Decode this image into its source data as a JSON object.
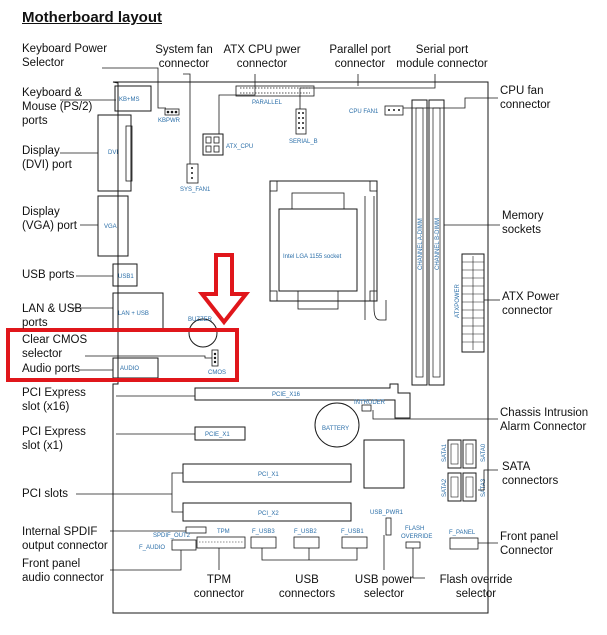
{
  "title": "Motherboard layout",
  "callouts": {
    "keyboard_power_selector": "Keyboard Power\nSelector",
    "kb_mouse_ports": "Keyboard &\nMouse (PS/2)\nports",
    "display_dvi": "Display\n(DVI) port",
    "display_vga": "Display\n(VGA) port",
    "usb_ports": "USB ports",
    "lan_usb_ports": "LAN & USB\nports",
    "clear_cmos": "Clear CMOS\nselector",
    "audio_ports": "Audio ports",
    "pcie_x16": "PCI Express\nslot (x16)",
    "pcie_x1": "PCI Express\nslot (x1)",
    "pci_slots": "PCI slots",
    "internal_spdif": "Internal SPDIF\noutput connector",
    "front_panel_audio": "Front panel\naudio connector",
    "system_fan": "System fan\nconnector",
    "atx_cpu_power": "ATX CPU pwer\nconnector",
    "parallel_port": "Parallel port\nconnector",
    "serial_port": "Serial port\nmodule connector",
    "cpu_fan": "CPU fan\nconnector",
    "memory_sockets": "Memory\nsockets",
    "atx_power": "ATX Power\nconnector",
    "chassis_intrusion": "Chassis Intrusion\nAlarm Connector",
    "sata": "SATA\nconnectors",
    "front_panel": "Front panel\nConnector",
    "tpm": "TPM\nconnector",
    "usb_connectors": "USB\nconnectors",
    "usb_power_selector": "USB power\nselector",
    "flash_override": "Flash override\nselector"
  },
  "silkscreen": {
    "kbms": "KB+MS",
    "kbpwr": "KBPWR",
    "dvi": "DVI",
    "vga": "VGA",
    "usb1": "USB1",
    "lan_usb": "LAN + USB",
    "audio": "AUDIO",
    "buzzer": "BUZZER",
    "cmos": "CMOS",
    "parallel": "PARALLEL",
    "serial_b": "SERIAL_B",
    "atx_cpu": "ATX_CPU",
    "sys_fan1": "SYS_FAN1",
    "cpu_fan1": "CPU FAN1",
    "socket": "Intel LGA 1155 socket",
    "channel_a": "CHANNEL A-DIMM",
    "channel_b": "CHANNEL B-DIMM",
    "atxpower": "ATXPOWER",
    "pcie_x16": "PCIE_X16",
    "pcie_x1": "PCIE_X1",
    "intruder": "INTRUDER",
    "battery": "BATTERY",
    "pci_x1": "PCI_X1",
    "pci_x2": "PCI_X2",
    "sata0": "SATA0",
    "sata1": "SATA1",
    "sata2": "SATA2",
    "sata3": "SATA3",
    "usb_pwr1": "USB_PWR1",
    "flash_override": "FLASH\nOVERRIDE",
    "spdif_out2": "SPDIF_OUT2",
    "tpm": "TPM",
    "f_usb3": "F_USB3",
    "f_usb2": "F_USB2",
    "f_usb1": "F_USB1",
    "f_panel": "F_PANEL",
    "f_audio": "F_AUDIO"
  },
  "colors": {
    "board_outline": "#1a1a1a",
    "silkscreen_text": "#2a6ea8",
    "highlight": "#e0161b",
    "leader_line": "#1a1a1a"
  }
}
